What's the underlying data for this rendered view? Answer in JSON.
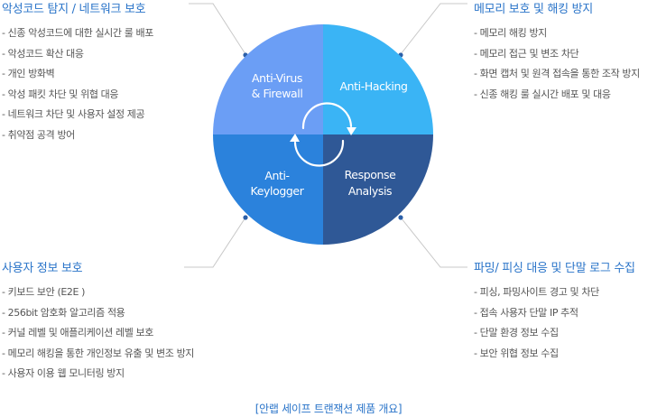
{
  "segments": {
    "top_left": {
      "line1": "Anti-Virus",
      "line2": "& Firewall",
      "color": "#6b9ef5"
    },
    "top_right": {
      "line1": "Anti-Hacking",
      "color": "#3ab4f5"
    },
    "bottom_left": {
      "line1": "Anti-",
      "line2": "Keylogger",
      "color": "#2b82dc"
    },
    "bottom_right": {
      "line1": "Response",
      "line2": "Analysis",
      "color": "#2f5896"
    }
  },
  "blocks": {
    "top_left": {
      "title": "악성코드 탐지 / 네트워크 보호",
      "items": [
        "신종 악성코드에 대한 실시간 룰 배포",
        "악성코드 확산 대응",
        "개인 방화벽",
        "악성 패킷 차단 및 위협 대응",
        "네트워크 차단 및 사용자 설정 제공",
        "취약점 공격 방어"
      ]
    },
    "top_right": {
      "title": "메모리 보호 및 해킹 방지",
      "items": [
        "메모리 해킹 방지",
        "메모리 접근  및 변조 차단",
        "화면 캡처 및 원격 접속을 통한 조작 방지",
        "신종 해킹 룰 실시간 배포 및 대응"
      ]
    },
    "bottom_left": {
      "title": "사용자 정보 보호",
      "items": [
        "키보드 보안 (E2E )",
        "256bit 암호화 알고리즘  적용",
        "커널 레벨  및  애플리케이션 레벨  보호",
        "메모리 해킹을 통한 개인정보 유출 및 변조 방지",
        "사용자 이용  웹 모니터링 방지"
      ]
    },
    "bottom_right": {
      "title": "파밍/ 피싱 대응 및 단말 로그 수집",
      "items": [
        "피싱, 파밍사이트 경고 및 차단",
        "접속 사용자 단말 IP 추적",
        "단말 환경 정보 수집",
        "보안 위협 정보 수집"
      ]
    }
  },
  "caption": "[안랩 세이프 트랜잭션 제품 개요]",
  "colors": {
    "accent": "#2a74c9",
    "connector": "#c8c8c8",
    "dot": "#2b5fa8"
  }
}
